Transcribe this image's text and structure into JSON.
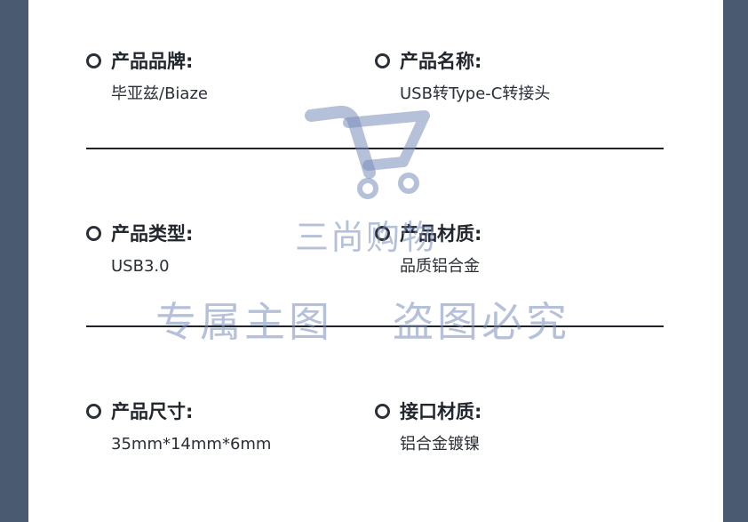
{
  "specs": [
    {
      "label": "产品品牌:",
      "value": "毕亚兹/Biaze"
    },
    {
      "label": "产品名称:",
      "value": "USB转Type-C转接头"
    },
    {
      "label": "产品类型:",
      "value": "USB3.0"
    },
    {
      "label": "产品材质:",
      "value": "品质铝合金"
    },
    {
      "label": "产品尺寸:",
      "value": "35mm*14mm*6mm"
    },
    {
      "label": "接口材质:",
      "value": "铝合金镀镍"
    }
  ],
  "watermark": {
    "icon": "cart-icon",
    "brand": "三尚购物",
    "left_text": "专属主图",
    "right_text": "盗图必究"
  }
}
